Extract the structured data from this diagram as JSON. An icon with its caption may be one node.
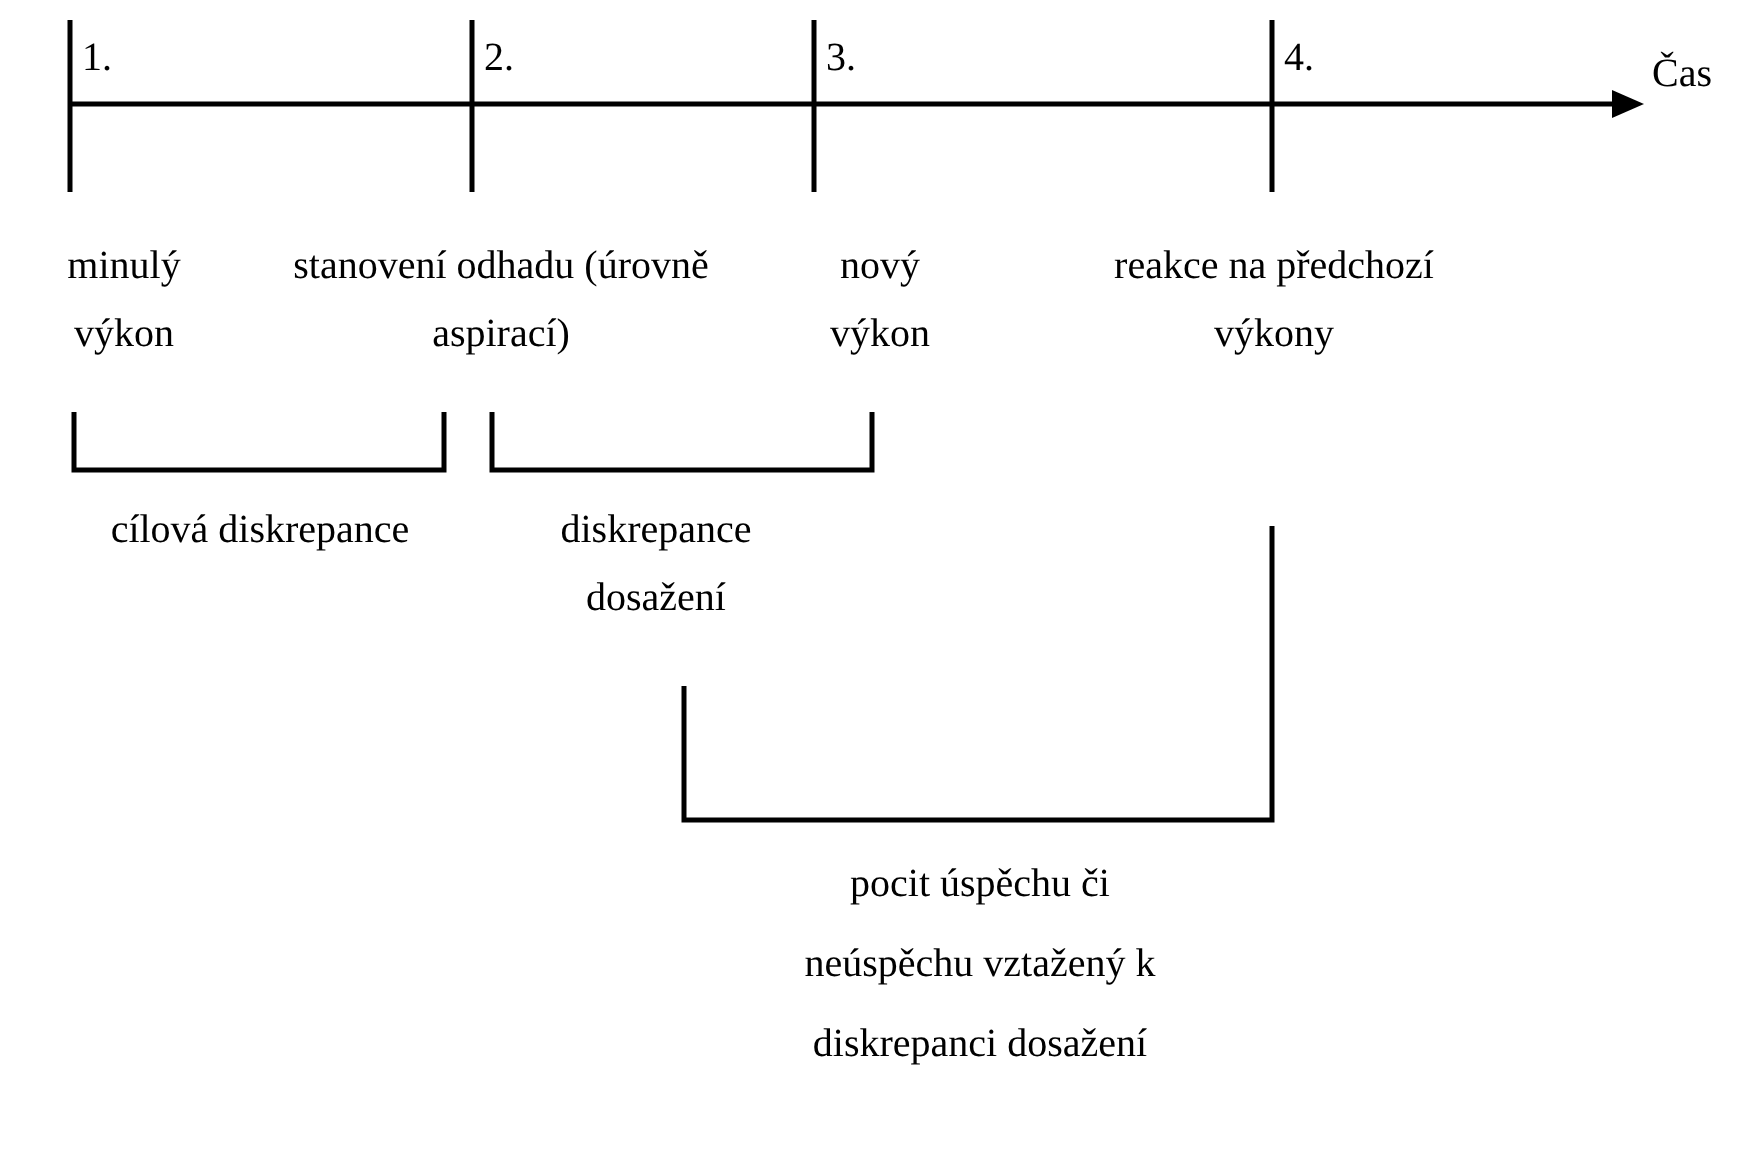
{
  "diagram": {
    "labels": [
      "1.",
      "2.",
      "3.",
      "4.",
      "Čas",
      "minulý výkon",
      "stanovení odhadu (úrovně aspirací)",
      "nový výkon",
      "reakce na předchozí výkony",
      "cílová diskrepance",
      "diskrepance dosažení",
      "pocit úspěchu či neúspěchu vztažený k diskrepanci dosažení"
    ]
  }
}
